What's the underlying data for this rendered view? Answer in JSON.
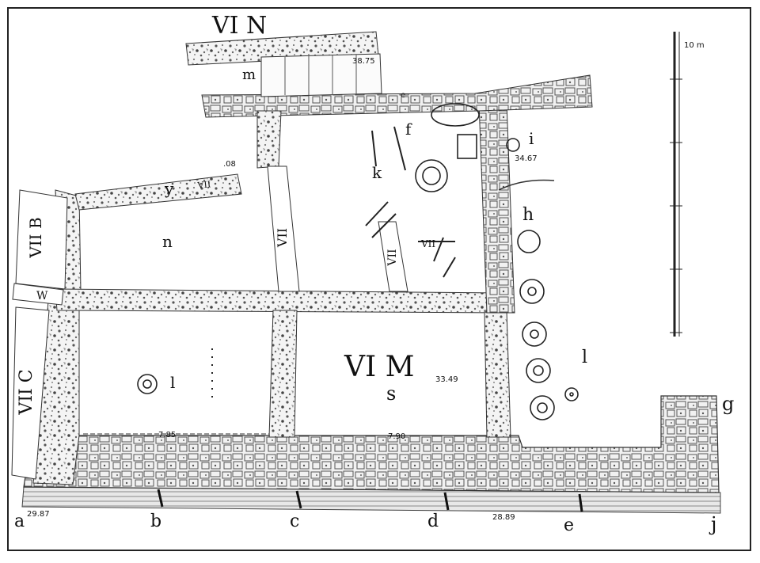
{
  "labels": {
    "vi_n": "VI N",
    "vi_m": "VI M",
    "vii_b": "VII B",
    "vii_c": "VII C",
    "vii_1": "VII",
    "vii_2": "VII",
    "vii_3": "VII",
    "vii_4": "VII",
    "w": "W",
    "m_room": "m",
    "n_room": "n",
    "s_room": "s",
    "k": "k",
    "f": "f",
    "h": "h",
    "i": "i",
    "l_left": "l",
    "l_right": "l",
    "y": "y",
    "e_top": "e",
    "g": "g",
    "a": "a",
    "b": "b",
    "c": "c",
    "d": "d",
    "e": "e",
    "j": "j"
  },
  "elevations": {
    "top": "38.75",
    "room_s": "33.49",
    "bottom_left": "29.87",
    "bottom_mid": "28.89",
    "right_upper": "34.67",
    "small_08": ".08",
    "dim_left": "7.85",
    "dim_mid": "7.90"
  },
  "scale": {
    "label": "10 m"
  }
}
